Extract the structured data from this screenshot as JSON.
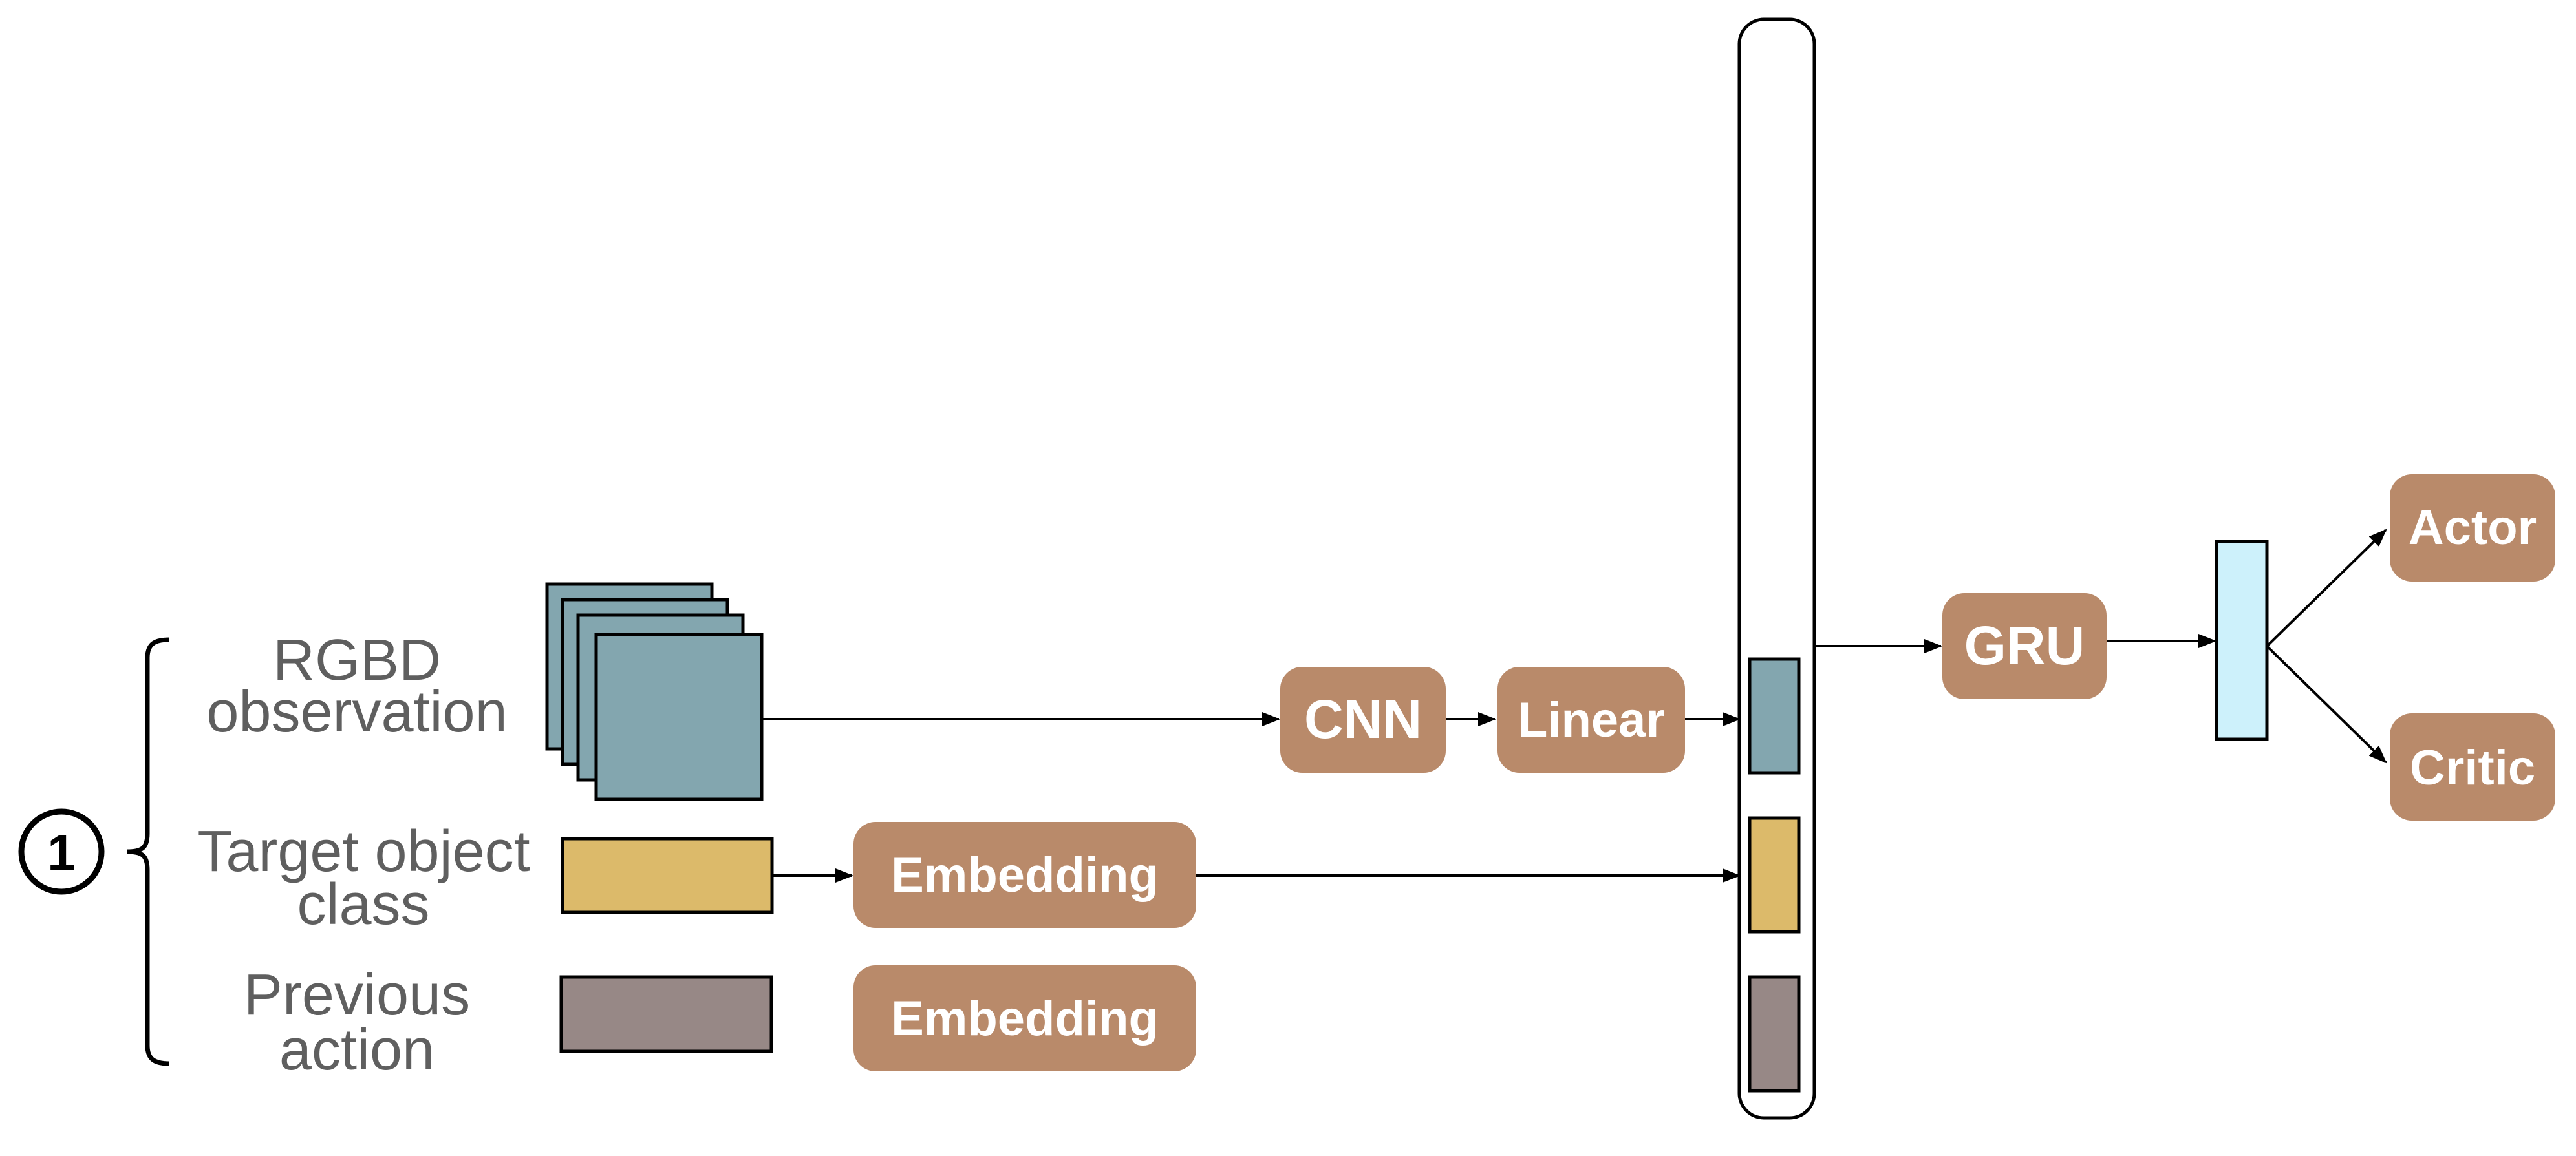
{
  "step_marker": "1",
  "inputs": {
    "rgbd": {
      "line1": "RGBD",
      "line2": "observation"
    },
    "target": {
      "line1": "Target object",
      "line2": "class"
    },
    "previous": {
      "line1": "Previous",
      "line2": "action"
    }
  },
  "modules": {
    "cnn": "CNN",
    "linear": "Linear",
    "embedding_target": "Embedding",
    "embedding_action": "Embedding",
    "gru": "GRU",
    "actor": "Actor",
    "critic": "Critic"
  },
  "colors": {
    "module_fill": "#b98a6a",
    "rgbd_feature": "#83a6af",
    "target_feature": "#dcba6a",
    "action_feature": "#978886",
    "gru_output": "#cdf1fb",
    "label_text": "#5f5f5f"
  }
}
